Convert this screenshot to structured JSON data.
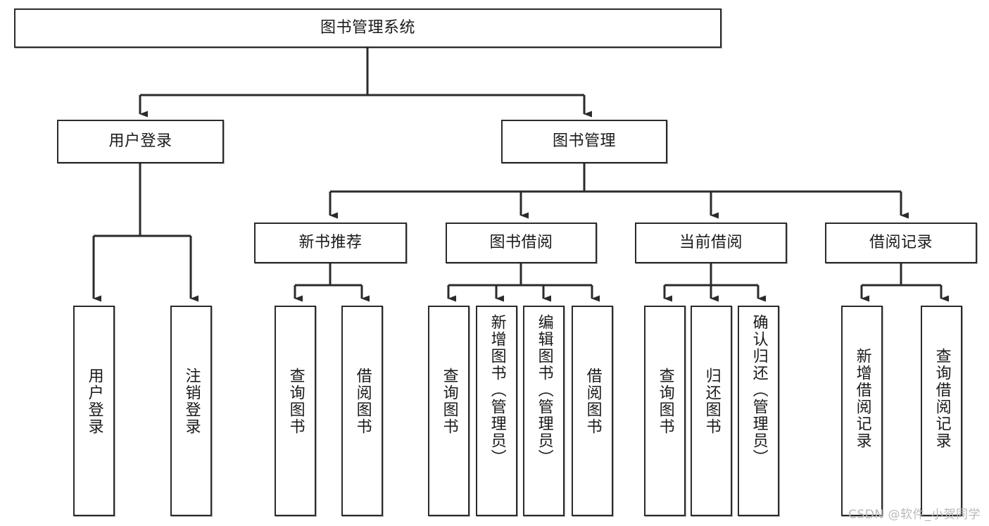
{
  "diagram": {
    "title": "图书管理系统",
    "type": "tree",
    "watermark": "CSDN @软件_小贺同学",
    "colors": {
      "stroke": "#2b2b2b",
      "fill": "#ffffff",
      "text": "#1a1a1a",
      "watermark": "#b9b9b9"
    },
    "nodes": {
      "root": {
        "label": "图书管理系统",
        "orientation": "horizontal"
      },
      "user_login": {
        "label": "用户登录",
        "orientation": "horizontal"
      },
      "book_manage": {
        "label": "图书管理",
        "orientation": "horizontal"
      },
      "new_book_rec": {
        "label": "新书推荐",
        "orientation": "horizontal"
      },
      "book_borrow": {
        "label": "图书借阅",
        "orientation": "horizontal"
      },
      "current_borrow": {
        "label": "当前借阅",
        "orientation": "horizontal"
      },
      "borrow_record": {
        "label": "借阅记录",
        "orientation": "horizontal"
      },
      "leaf_user_login": {
        "label": "用户登录",
        "orientation": "vertical"
      },
      "leaf_user_logout": {
        "label": "注销登录",
        "orientation": "vertical"
      },
      "leaf_query_book_1": {
        "label": "查询图书",
        "orientation": "vertical"
      },
      "leaf_borrow_book_1": {
        "label": "借阅图书",
        "orientation": "vertical"
      },
      "leaf_query_book_2": {
        "label": "查询图书",
        "orientation": "vertical"
      },
      "leaf_add_book": {
        "label": "新增图书（管理员）",
        "orientation": "vertical"
      },
      "leaf_edit_book": {
        "label": "编辑图书（管理员）",
        "orientation": "vertical"
      },
      "leaf_borrow_book_2": {
        "label": "借阅图书",
        "orientation": "vertical"
      },
      "leaf_query_book_3": {
        "label": "查询图书",
        "orientation": "vertical"
      },
      "leaf_return_book": {
        "label": "归还图书",
        "orientation": "vertical"
      },
      "leaf_confirm_return": {
        "label": "确认归还（管理员）",
        "orientation": "vertical"
      },
      "leaf_add_record": {
        "label": "新增借阅记录",
        "orientation": "vertical"
      },
      "leaf_query_record": {
        "label": "查询借阅记录",
        "orientation": "vertical"
      }
    },
    "edges": [
      {
        "from": "root",
        "to": "user_login"
      },
      {
        "from": "root",
        "to": "book_manage"
      },
      {
        "from": "user_login",
        "to": "leaf_user_login"
      },
      {
        "from": "user_login",
        "to": "leaf_user_logout"
      },
      {
        "from": "book_manage",
        "to": "new_book_rec"
      },
      {
        "from": "book_manage",
        "to": "book_borrow"
      },
      {
        "from": "book_manage",
        "to": "current_borrow"
      },
      {
        "from": "book_manage",
        "to": "borrow_record"
      },
      {
        "from": "new_book_rec",
        "to": "leaf_query_book_1"
      },
      {
        "from": "new_book_rec",
        "to": "leaf_borrow_book_1"
      },
      {
        "from": "book_borrow",
        "to": "leaf_query_book_2"
      },
      {
        "from": "book_borrow",
        "to": "leaf_add_book"
      },
      {
        "from": "book_borrow",
        "to": "leaf_edit_book"
      },
      {
        "from": "book_borrow",
        "to": "leaf_borrow_book_2"
      },
      {
        "from": "current_borrow",
        "to": "leaf_query_book_3"
      },
      {
        "from": "current_borrow",
        "to": "leaf_return_book"
      },
      {
        "from": "current_borrow",
        "to": "leaf_confirm_return"
      },
      {
        "from": "borrow_record",
        "to": "leaf_add_record"
      },
      {
        "from": "borrow_record",
        "to": "leaf_query_record"
      }
    ]
  }
}
